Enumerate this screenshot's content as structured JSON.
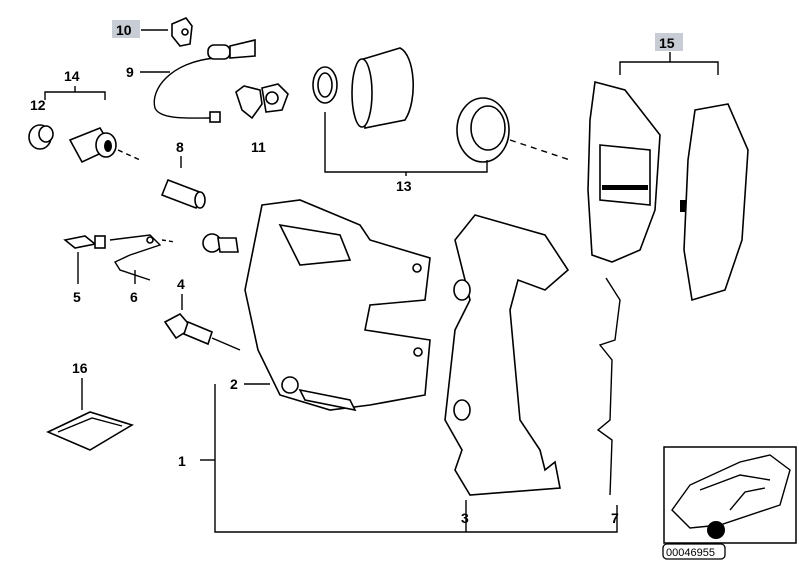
{
  "diagram": {
    "title": "Front brake caliper exploded view",
    "highlight_color": "#c8ccd4",
    "labels": [
      {
        "id": "1",
        "text": "1",
        "highlighted": false
      },
      {
        "id": "2",
        "text": "2",
        "highlighted": false
      },
      {
        "id": "3",
        "text": "3",
        "highlighted": false
      },
      {
        "id": "4",
        "text": "4",
        "highlighted": false
      },
      {
        "id": "5",
        "text": "5",
        "highlighted": false
      },
      {
        "id": "6",
        "text": "6",
        "highlighted": false
      },
      {
        "id": "7",
        "text": "7",
        "highlighted": false
      },
      {
        "id": "8",
        "text": "8",
        "highlighted": false
      },
      {
        "id": "9",
        "text": "9",
        "highlighted": false
      },
      {
        "id": "10",
        "text": "10",
        "highlighted": true
      },
      {
        "id": "11",
        "text": "11",
        "highlighted": false
      },
      {
        "id": "12",
        "text": "12",
        "highlighted": false
      },
      {
        "id": "13",
        "text": "13",
        "highlighted": false
      },
      {
        "id": "14",
        "text": "14",
        "highlighted": false
      },
      {
        "id": "15",
        "text": "15",
        "highlighted": true
      },
      {
        "id": "16",
        "text": "16",
        "highlighted": false
      }
    ],
    "inset": {
      "description_icon": "car-location-icon",
      "code": "00046955"
    }
  }
}
